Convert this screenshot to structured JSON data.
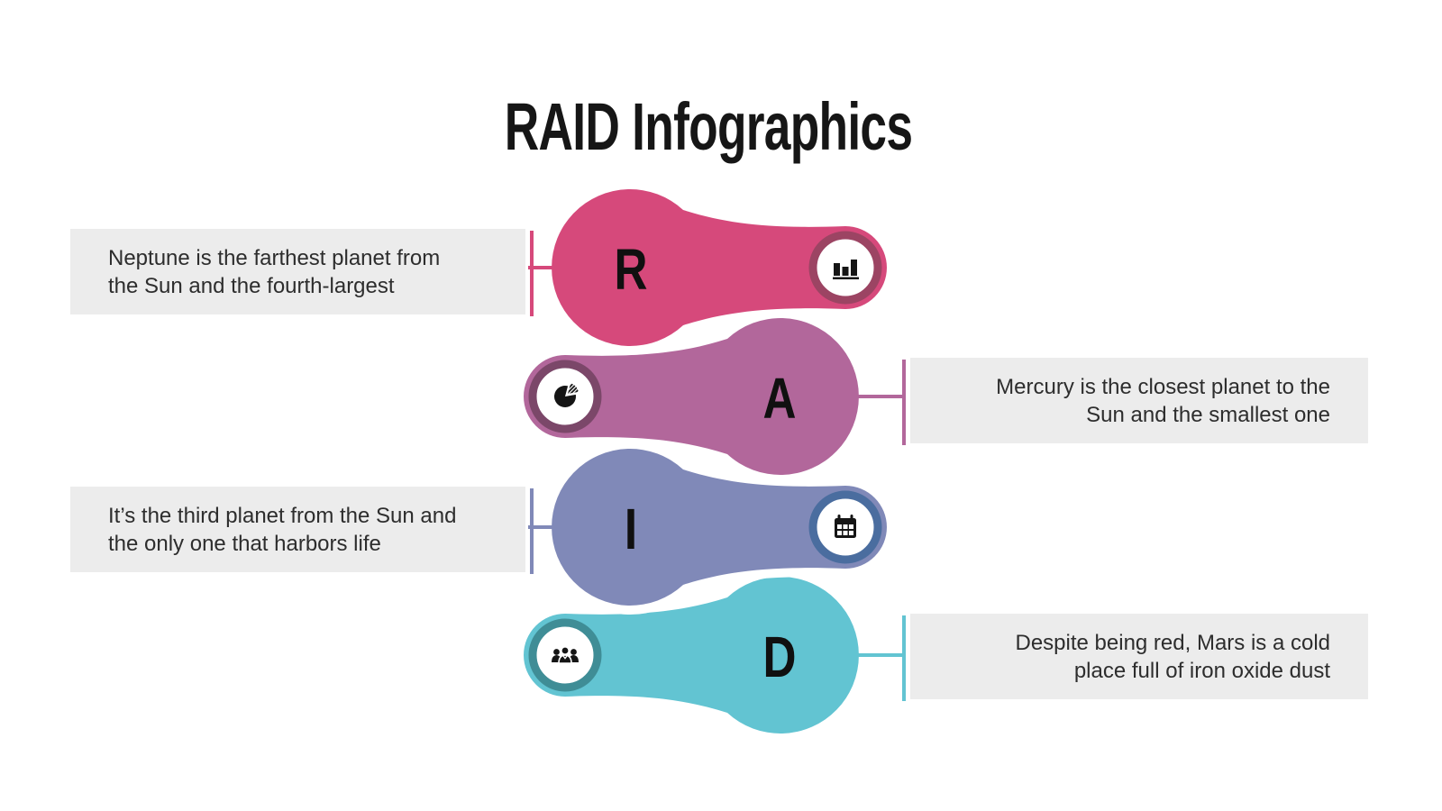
{
  "title": "RAID Infographics",
  "items": [
    {
      "letter": "R",
      "side": "left",
      "icon": "bar-chart-icon",
      "color": "#d6497b",
      "ring_color": "#9c4463",
      "description": "Neptune is the farthest planet from the Sun and the fourth-largest",
      "lines": [
        "Neptune is the farthest planet from",
        "the Sun and the fourth-largest"
      ]
    },
    {
      "letter": "A",
      "side": "right",
      "icon": "pie-chart-icon",
      "color": "#b2679b",
      "ring_color": "#7b4769",
      "description": "Mercury is the closest planet to the Sun and the smallest one",
      "lines": [
        "Mercury is the closest planet to the",
        "Sun and the smallest one"
      ]
    },
    {
      "letter": "I",
      "side": "left",
      "icon": "calendar-icon",
      "color": "#8089b8",
      "ring_color": "#4a6d9f",
      "description": "It’s the third planet from the Sun and the only one that harbors life",
      "lines": [
        "It’s the third planet from the Sun and",
        "the only one that harbors life"
      ]
    },
    {
      "letter": "D",
      "side": "right",
      "icon": "users-icon",
      "color": "#62c4d2",
      "ring_color": "#3f8d96",
      "description": "Despite being red, Mars is a cold place full of iron oxide dust",
      "lines": [
        "Despite being red, Mars is a cold",
        "place full of iron oxide dust"
      ]
    }
  ],
  "colors": {
    "background": "#ffffff",
    "textbox_bg": "#ececec",
    "text": "#2d2d2d",
    "title": "#161616"
  }
}
